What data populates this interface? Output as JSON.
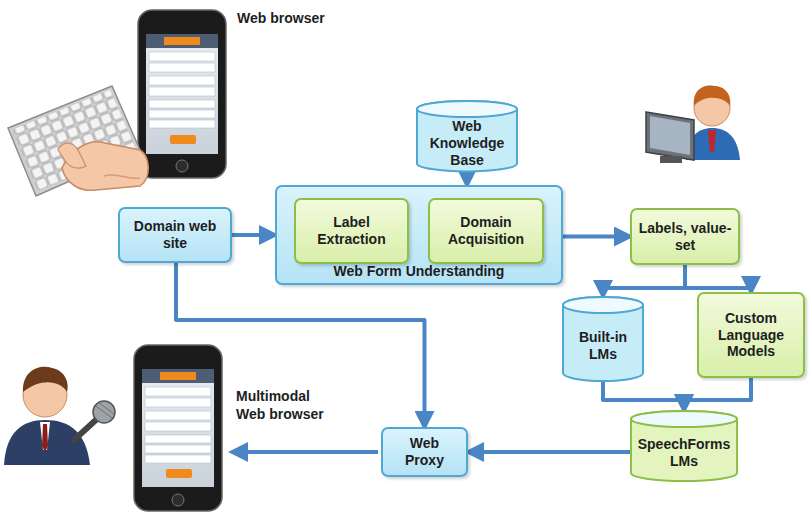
{
  "diagram": {
    "nodes": [
      {
        "text": [
          "Domain web site"
        ]
      },
      {
        "text": [
          "Web Form Understanding"
        ]
      },
      {
        "text": [
          "Label Extraction"
        ],
        "in": 1
      },
      {
        "text": [
          "Domain Acquisition"
        ],
        "in": 1
      },
      {
        "text": [
          "Web Knowledge Base"
        ]
      },
      {
        "text": [
          "Labels, value-set"
        ]
      },
      {
        "text": [
          "Built-in LMs"
        ]
      },
      {
        "text": [
          "Custom Language Models"
        ]
      },
      {
        "text": [
          "SpeechForms LMs"
        ]
      },
      {
        "text": [
          "Web Proxy"
        ]
      }
    ],
    "edges": [
      {
        "from": 4,
        "to": 1,
        "arrow": "to"
      },
      {
        "from": 0,
        "to": 1,
        "arrow": "to"
      },
      {
        "from": 1,
        "to": 5,
        "arrow": "to"
      },
      {
        "from": 5,
        "to": 6,
        "arrow": "to"
      },
      {
        "from": 5,
        "to": 7,
        "arrow": "to"
      },
      {
        "from": 6,
        "to": 8,
        "arrow": "to"
      },
      {
        "from": 7,
        "to": 8,
        "arrow": "to"
      },
      {
        "from": 8,
        "to": 9,
        "arrow": "to"
      },
      {
        "from": 0,
        "to": 9,
        "arrow": "to"
      }
    ],
    "labels": [
      "Web browser",
      "Multimodal Web browser"
    ]
  }
}
